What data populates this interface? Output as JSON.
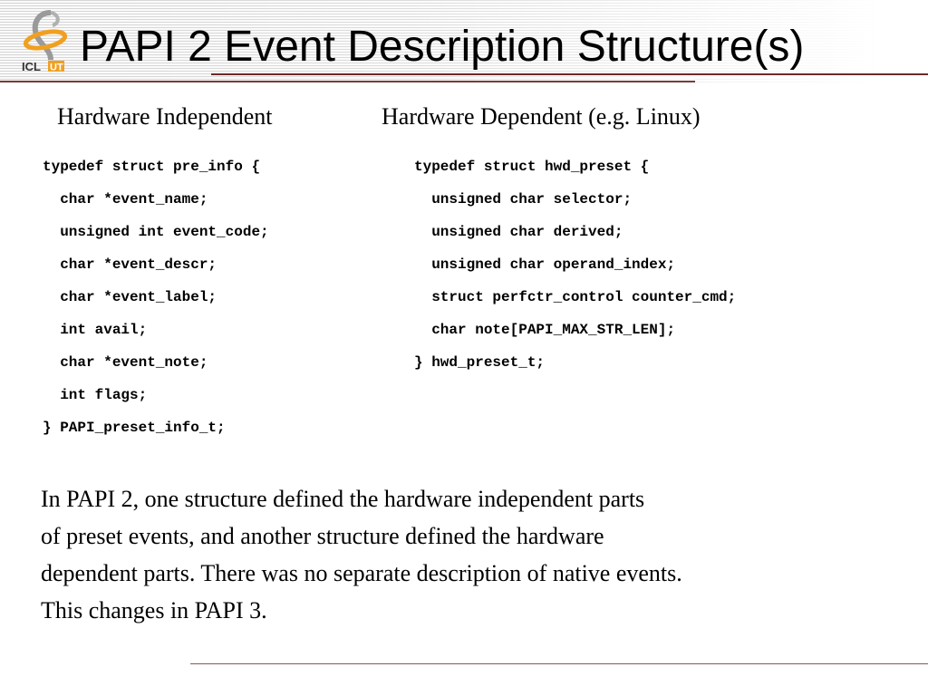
{
  "slide": {
    "title": "PAPI 2 Event Description Structure(s)",
    "logo_text": "ICL UT",
    "left_heading": "Hardware Independent",
    "right_heading": "Hardware Dependent (e.g. Linux)",
    "left_code": [
      "typedef struct pre_info {",
      "  char *event_name;",
      "  unsigned int event_code;",
      "  char *event_descr;",
      "  char *event_label;",
      "  int avail;",
      "  char *event_note;",
      "  int flags;",
      "} PAPI_preset_info_t;"
    ],
    "right_code": [
      "typedef struct hwd_preset {",
      "  unsigned char selector;",
      "  unsigned char derived;",
      "  unsigned char operand_index;",
      "  struct perfctr_control counter_cmd;",
      "  char note[PAPI_MAX_STR_LEN];",
      "} hwd_preset_t;"
    ],
    "paragraph": [
      "In PAPI 2, one structure defined the hardware independent parts",
      "of preset events, and another structure defined the hardware",
      "dependent parts. There was no separate description of native events.",
      "This changes in PAPI 3."
    ]
  }
}
